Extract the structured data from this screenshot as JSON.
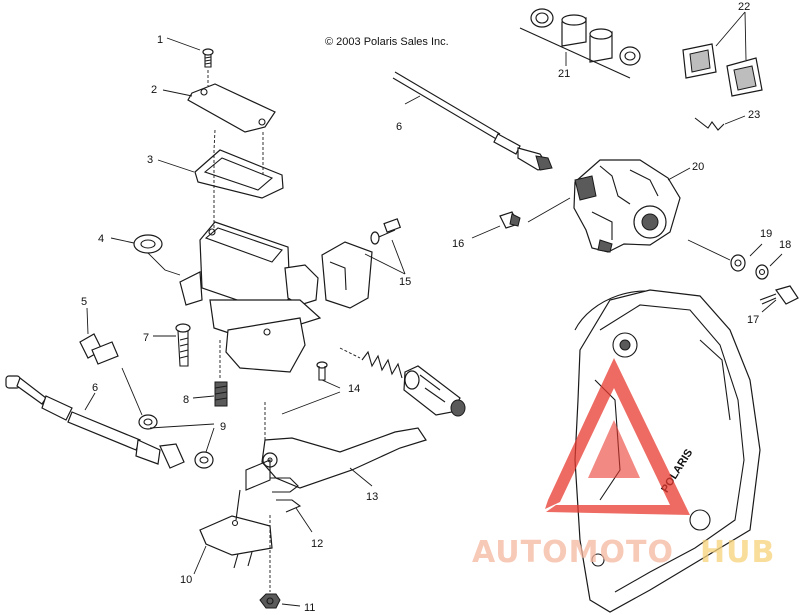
{
  "copyright": "© 2003 Polaris Sales Inc.",
  "callouts": {
    "c1": "1",
    "c2": "2",
    "c3": "3",
    "c4": "4",
    "c5": "5",
    "c6a": "6",
    "c6b": "6",
    "c7": "7",
    "c8": "8",
    "c9": "9",
    "c10": "10",
    "c11": "11",
    "c12": "12",
    "c13": "13",
    "c14": "14",
    "c15": "15",
    "c16": "16",
    "c17": "17",
    "c18": "18",
    "c19": "19",
    "c20": "20",
    "c21": "21",
    "c22": "22",
    "c23": "23"
  },
  "cover_logo": "POLARIS",
  "watermark": {
    "part1": "AUTOMOTO",
    "part2": "HUB",
    "color_main": "#f5b7a0",
    "color_accent": "#f7d27a",
    "triangle_color": "#e83a30"
  }
}
